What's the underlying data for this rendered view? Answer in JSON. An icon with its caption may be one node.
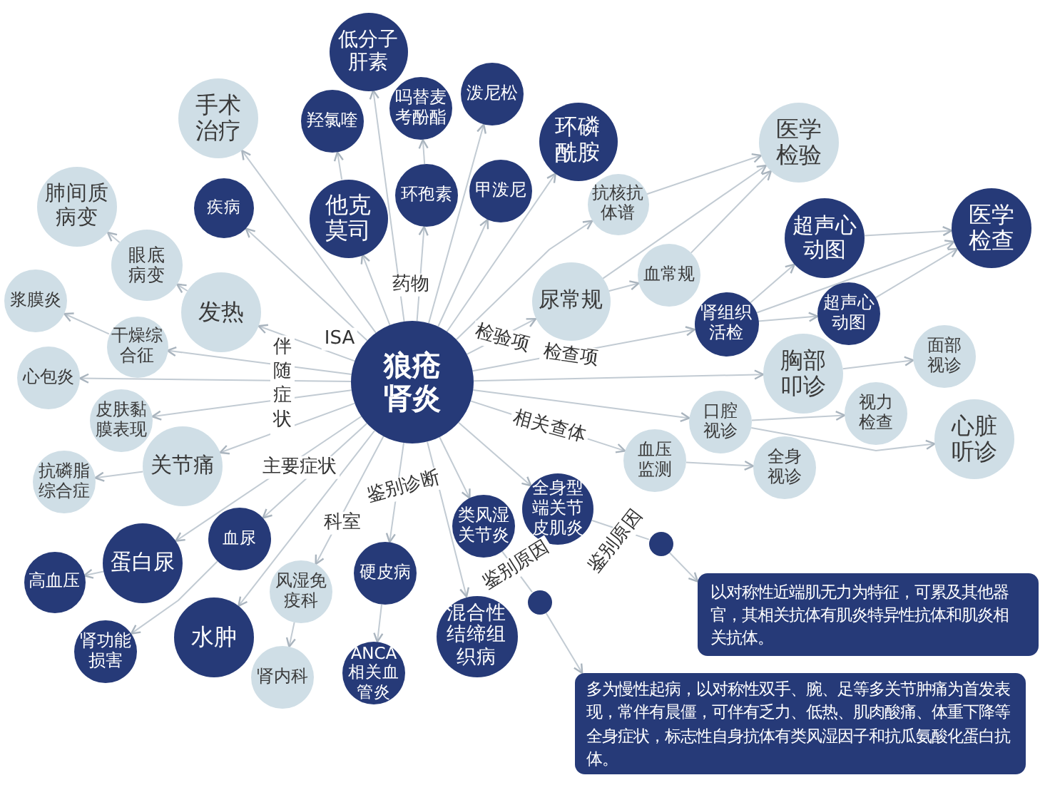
{
  "diagram": {
    "nodes": [
      {
        "text": [
          "狼疮肾炎"
        ]
      },
      {
        "text": [
          "疾病"
        ]
      },
      {
        "text": [
          "手术治疗"
        ]
      },
      {
        "text": [
          "低分子肝素"
        ]
      },
      {
        "text": [
          "羟氯喹"
        ]
      },
      {
        "text": [
          "吗替麦考酚酯"
        ]
      },
      {
        "text": [
          "泼尼松"
        ]
      },
      {
        "text": [
          "他克莫司"
        ]
      },
      {
        "text": [
          "环孢素"
        ]
      },
      {
        "text": [
          "甲泼尼"
        ]
      },
      {
        "text": [
          "环磷酰胺"
        ]
      },
      {
        "text": [
          "尿常规"
        ]
      },
      {
        "text": [
          "抗核抗体谱"
        ]
      },
      {
        "text": [
          "血常规"
        ]
      },
      {
        "text": [
          "医学检验"
        ]
      },
      {
        "text": [
          "肾组织活检"
        ]
      },
      {
        "text": [
          "超声心动图"
        ]
      },
      {
        "text": [
          "超声心动图"
        ]
      },
      {
        "text": [
          "医学检查"
        ]
      },
      {
        "text": [
          "胸部叩诊"
        ]
      },
      {
        "text": [
          "面部视诊"
        ]
      },
      {
        "text": [
          "口腔视诊"
        ]
      },
      {
        "text": [
          "视力检查"
        ]
      },
      {
        "text": [
          "心脏听诊"
        ]
      },
      {
        "text": [
          "血压监测"
        ]
      },
      {
        "text": [
          "全身视诊"
        ]
      },
      {
        "text": [
          "发热"
        ]
      },
      {
        "text": [
          "眼底病变"
        ]
      },
      {
        "text": [
          "肺间质病变"
        ]
      },
      {
        "text": [
          "浆膜炎"
        ]
      },
      {
        "text": [
          "干燥综合征"
        ]
      },
      {
        "text": [
          "心包炎"
        ]
      },
      {
        "text": [
          "皮肤黏膜表现"
        ]
      },
      {
        "text": [
          "关节痛"
        ]
      },
      {
        "text": [
          "抗磷脂综合症"
        ]
      },
      {
        "text": [
          "血尿"
        ]
      },
      {
        "text": [
          "蛋白尿"
        ]
      },
      {
        "text": [
          "高血压"
        ]
      },
      {
        "text": [
          "水肿"
        ]
      },
      {
        "text": [
          "肾功能损害"
        ]
      },
      {
        "text": [
          "风湿免疫科"
        ]
      },
      {
        "text": [
          "肾内科"
        ]
      },
      {
        "text": [
          "硬皮病"
        ]
      },
      {
        "text": [
          "ANCA相关血管炎"
        ]
      },
      {
        "text": [
          "类风湿关节炎"
        ]
      },
      {
        "text": [
          "全身型端关节皮肌炎"
        ]
      },
      {
        "text": [
          "混合性结缔组织病"
        ]
      },
      {
        "text": [],
        "shape": "circle"
      },
      {
        "text": [],
        "shape": "circle"
      },
      {
        "text": [
          "以对称性近端肌无力为特征，可累及其他器官，其相关抗体有肌炎特异性抗体和肌炎相关抗体。"
        ]
      },
      {
        "text": [
          "多为慢性起病，以对称性双手、腕、足等多关节肿痛为首发表现，常伴有晨僵，可伴有乏力、低热、肌肉酸痛、体重下降等全身症状，标志性自身抗体有类风湿因子和抗瓜氨酸化蛋白抗体。"
        ]
      }
    ],
    "edges": [
      {
        "from": 0,
        "to": 1,
        "arrow": "to",
        "label": "ISA"
      },
      {
        "from": 0,
        "to": 2,
        "arrow": "to"
      },
      {
        "from": 0,
        "to": 3,
        "arrow": "to"
      },
      {
        "from": 7,
        "to": 4,
        "arrow": "to"
      },
      {
        "from": 8,
        "to": 5,
        "arrow": "to"
      },
      {
        "from": 0,
        "to": 6,
        "arrow": "to"
      },
      {
        "from": 0,
        "to": 7,
        "arrow": "to"
      },
      {
        "from": 0,
        "to": 8,
        "arrow": "to",
        "label": "药物"
      },
      {
        "from": 0,
        "to": 9,
        "arrow": "to"
      },
      {
        "from": 0,
        "to": 10,
        "arrow": "to"
      },
      {
        "from": 0,
        "to": 11,
        "arrow": "to",
        "label": "检验项"
      },
      {
        "from": 0,
        "to": 12,
        "arrow": "to"
      },
      {
        "from": 11,
        "to": 13,
        "arrow": "to"
      },
      {
        "from": 12,
        "to": 14,
        "arrow": "to"
      },
      {
        "from": 11,
        "to": 14,
        "arrow": "to"
      },
      {
        "from": 13,
        "to": 14,
        "arrow": "to"
      },
      {
        "from": 0,
        "to": 15,
        "arrow": "to",
        "label": "检查项"
      },
      {
        "from": 15,
        "to": 16,
        "arrow": "to"
      },
      {
        "from": 15,
        "to": 17,
        "arrow": "to"
      },
      {
        "from": 15,
        "to": 18,
        "arrow": "to"
      },
      {
        "from": 16,
        "to": 18,
        "arrow": "to"
      },
      {
        "from": 17,
        "to": 18,
        "arrow": "to"
      },
      {
        "from": 0,
        "to": 19,
        "arrow": "to"
      },
      {
        "from": 19,
        "to": 20,
        "arrow": "to"
      },
      {
        "from": 0,
        "to": 21,
        "arrow": "to"
      },
      {
        "from": 21,
        "to": 22,
        "arrow": "to"
      },
      {
        "from": 21,
        "to": 23,
        "arrow": "to"
      },
      {
        "from": 0,
        "to": 24,
        "arrow": "to",
        "label": "相关查体"
      },
      {
        "from": 24,
        "to": 25,
        "arrow": "to"
      },
      {
        "from": 0,
        "to": 26,
        "arrow": "to"
      },
      {
        "from": 26,
        "to": 27,
        "arrow": "to"
      },
      {
        "from": 27,
        "to": 28,
        "arrow": "to"
      },
      {
        "from": 30,
        "to": 29,
        "arrow": "to"
      },
      {
        "from": 0,
        "to": 30,
        "arrow": "to"
      },
      {
        "from": 0,
        "to": 31,
        "arrow": "to",
        "label": "伴随症状"
      },
      {
        "from": 0,
        "to": 32,
        "arrow": "to"
      },
      {
        "from": 0,
        "to": 33,
        "arrow": "to"
      },
      {
        "from": 33,
        "to": 34,
        "arrow": "to"
      },
      {
        "from": 0,
        "to": 35,
        "arrow": "to"
      },
      {
        "from": 0,
        "to": 36,
        "arrow": "to",
        "label": "主要症状"
      },
      {
        "from": 36,
        "to": 37,
        "arrow": "to"
      },
      {
        "from": 0,
        "to": 38,
        "arrow": "to"
      },
      {
        "from": 35,
        "to": 39,
        "arrow": "to"
      },
      {
        "from": 0,
        "to": 40,
        "arrow": "to",
        "label": "科室"
      },
      {
        "from": 40,
        "to": 41,
        "arrow": "to"
      },
      {
        "from": 0,
        "to": 42,
        "arrow": "to",
        "label": "鉴别诊断"
      },
      {
        "from": 42,
        "to": 43,
        "arrow": "to"
      },
      {
        "from": 0,
        "to": 44,
        "arrow": "to"
      },
      {
        "from": 0,
        "to": 45,
        "arrow": "to"
      },
      {
        "from": 0,
        "to": 46,
        "arrow": "to"
      },
      {
        "from": 44,
        "to": 47,
        "arrow": "none",
        "label": "鉴别原因"
      },
      {
        "from": 45,
        "to": 48,
        "arrow": "none",
        "label": "鉴别原因"
      },
      {
        "from": 47,
        "to": 50,
        "arrow": "to"
      },
      {
        "from": 48,
        "to": 49,
        "arrow": "to"
      }
    ]
  }
}
